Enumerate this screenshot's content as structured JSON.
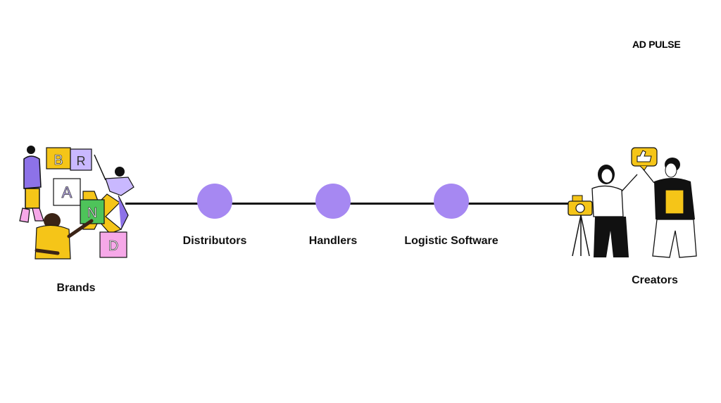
{
  "header": {
    "logo_text": "AD PULSE"
  },
  "start": {
    "label": "Brands",
    "illustration": {
      "icon": "brand-blocks-illustration",
      "letters": [
        "B",
        "R",
        "A",
        "N",
        "D"
      ]
    }
  },
  "steps": [
    {
      "label": "Distributors"
    },
    {
      "label": "Handlers"
    },
    {
      "label": "Logistic Software"
    }
  ],
  "end": {
    "label": "Creators",
    "illustration": {
      "icon": "creators-filming-illustration"
    }
  },
  "colors": {
    "node": "#a688f2",
    "line": "#111111",
    "block_yellow": "#f5c518",
    "block_purple": "#c9b8ff",
    "block_green": "#4ec35a",
    "block_pink": "#f6a8e8"
  }
}
